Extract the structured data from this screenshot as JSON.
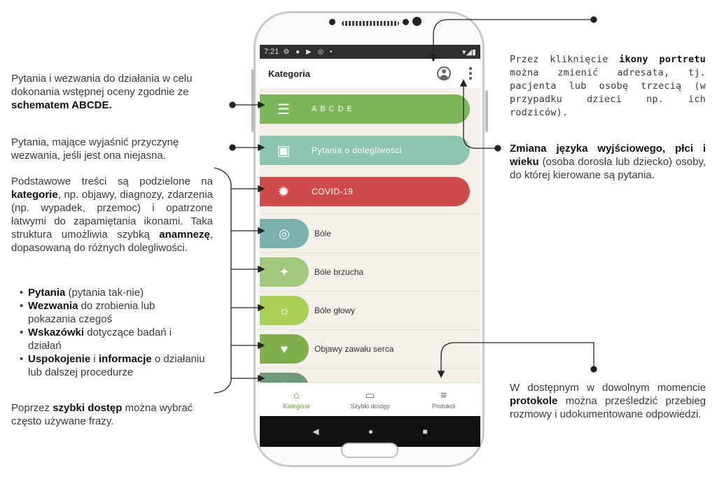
{
  "annotations": {
    "abcde": {
      "text": "Pytania i wezwania do działania w celu dokonania wstępnej oceny zgodnie ze ",
      "bold": "schematem ABCDE."
    },
    "complaints": {
      "text": "Pytania, mające wyjaśnić przyczynę wezwania, jeśli jest ona niejasna."
    },
    "categories": {
      "t1": "Podstawowe treści są podzielone na ",
      "b1": "kategorie",
      "t2": ", np. objawy, diagnozy, zdarzenia (np. wypadek, przemoc) i opatrzone łatwymi do zapamiętania ikonami. Taka struktura umożliwia szybką ",
      "b2": "anamnezę",
      "t3": ", dopasowaną do różnych dolegliwości."
    },
    "bullets": [
      {
        "bold": "Pytania",
        "text": " (pytania tak-nie)"
      },
      {
        "bold": "Wezwania",
        "text": " do zrobienia lub pokazania czegoś"
      },
      {
        "bold": "Wskazówki",
        "text": " dotyczące badań i działań"
      },
      {
        "bold": "Uspokojenie",
        "mid": " i ",
        "bold2": "informacje",
        "text": " o działaniu lub dalszej procedurze"
      }
    ],
    "quick": {
      "t1": "Poprzez ",
      "b1": "szybki dostęp",
      "t2": " można wybrać często używane frazy."
    },
    "portrait": {
      "t1": "Przez kliknięcie ",
      "b1": "ikony portretu",
      "t2": " można zmienić adresata, tj. pacjenta lub osobę trzecią (w przypadku dzieci np. ich rodziców)."
    },
    "language": {
      "b1": "Zmiana języka wyjściowego, płci i wieku",
      "t1": " (osoba dorosła lub dziecko) osoby, do której kierowane są pytania."
    },
    "protocol": {
      "t1": "W dostępnym w dowolnym momencie ",
      "b1": "protokole",
      "t2": " można prześledzić przebieg rozmowy i udokumentowane odpowiedzi."
    }
  },
  "phone": {
    "status_time": "7:21",
    "status_icons": "⚙ ● ▶ ◎ •",
    "status_right": "▾◢▮",
    "appbar_title": "Kategoria",
    "pills": [
      {
        "label": "ABCDE",
        "color": "#7cb55a",
        "icon": "list-check-icon",
        "glyph": "☰"
      },
      {
        "label": "Pytania o dolegliwości",
        "color": "#8ec5b0",
        "icon": "clipboard-person-icon",
        "glyph": "▣"
      },
      {
        "label": "COVID-19",
        "color": "#cf4b4b",
        "icon": "virus-icon",
        "glyph": "✹"
      }
    ],
    "rows": [
      {
        "label": "Bóle",
        "color": "#7ab0ad",
        "icon": "pain-icon",
        "glyph": "◎"
      },
      {
        "label": "Bóle brzucha",
        "color": "#a3c77d",
        "icon": "stomach-pain-icon",
        "glyph": "✦"
      },
      {
        "label": "Bóle głowy",
        "color": "#a9cf55",
        "icon": "headache-icon",
        "glyph": "☼"
      },
      {
        "label": "Objawy zawału serca",
        "color": "#7fae4a",
        "icon": "heart-attack-icon",
        "glyph": "♥"
      },
      {
        "label": "",
        "color": "#6f9a7a",
        "icon": "more-category-icon",
        "glyph": "|"
      }
    ],
    "nav": [
      {
        "label": "Kategorie",
        "glyph": "⌂"
      },
      {
        "label": "Szybki dostęp",
        "glyph": "▭"
      },
      {
        "label": "Protokół",
        "glyph": "≡"
      }
    ],
    "sys": {
      "back": "◀",
      "home": "●",
      "recent": "■"
    }
  }
}
